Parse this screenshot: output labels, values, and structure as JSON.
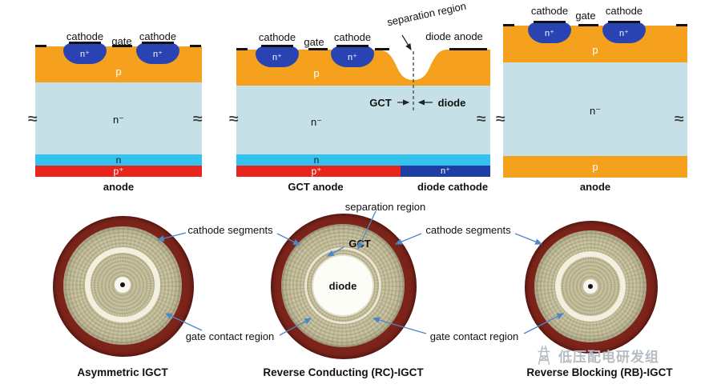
{
  "colors": {
    "orange": "#F6A11E",
    "light_blue": "#C6E0E7",
    "cyan": "#36C2EF",
    "red": "#E8251D",
    "n_plus_blue": "#2944B2",
    "diode_n_plus_blue": "#1E3EA4",
    "maroon": "#7D241A",
    "tan": "#C9C4A2",
    "tan_dark": "#B6B08D",
    "white_ring": "#F2EFDF",
    "arrow_blue": "#4E86C8",
    "label": "#111111",
    "watermark_gray": "#B6BCC4"
  },
  "sections": {
    "asym": {
      "cathode_left": "cathode",
      "gate": "gate",
      "cathode_right": "cathode",
      "n_plus": "n⁺",
      "p": "p",
      "n_minus": "n⁻",
      "n_buffer": "n",
      "p_plus": "p⁺",
      "anode": "anode"
    },
    "rc": {
      "cathode_left": "cathode",
      "gate": "gate",
      "cathode_right": "cathode",
      "separation_region": "separation region",
      "diode_anode": "diode anode",
      "n_plus": "n⁺",
      "p": "p",
      "n_minus": "n⁻",
      "n_buffer": "n",
      "p_plus": "p⁺",
      "diode_n_plus": "n⁺",
      "gct": "GCT",
      "diode": "diode",
      "gct_anode": "GCT anode",
      "diode_cathode": "diode cathode"
    },
    "rb": {
      "cathode_left": "cathode",
      "gate": "gate",
      "cathode_right": "cathode",
      "n_plus": "n⁺",
      "p_top": "p",
      "n_minus": "n⁻",
      "p_bottom": "p",
      "anode": "anode"
    }
  },
  "wafers": {
    "separation_region": "separation region",
    "cathode_segments_left": "cathode segments",
    "cathode_segments_right": "cathode segments",
    "gct": "GCT",
    "diode": "diode",
    "gate_contact_left": "gate contact region",
    "gate_contact_right": "gate contact region",
    "captions": [
      "Asymmetric IGCT",
      "Reverse Conducting (RC)-IGCT",
      "Reverse Blocking (RB)-IGCT"
    ]
  },
  "watermark": "低压配电研发组"
}
